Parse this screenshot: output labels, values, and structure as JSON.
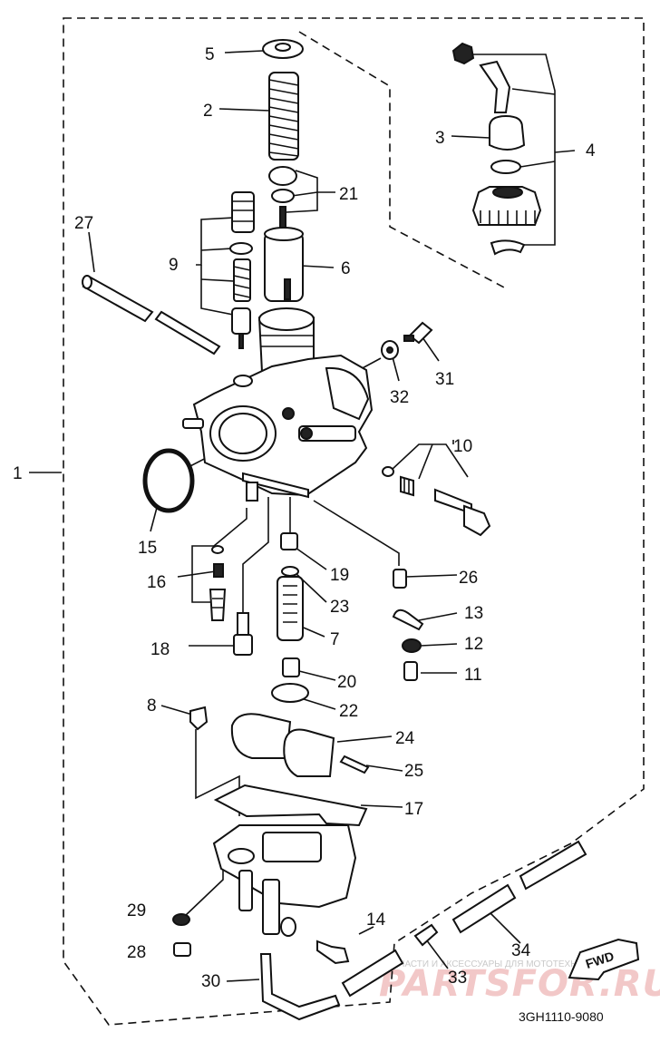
{
  "diagram": {
    "part_labels": {
      "p1": "1",
      "p2": "2",
      "p3": "3",
      "p4": "4",
      "p5": "5",
      "p6": "6",
      "p7": "7",
      "p8": "8",
      "p9": "9",
      "p10": "10",
      "p11": "11",
      "p12": "12",
      "p13": "13",
      "p14": "14",
      "p15": "15",
      "p16": "16",
      "p17": "17",
      "p18": "18",
      "p19": "19",
      "p20": "20",
      "p21": "21",
      "p22": "22",
      "p23": "23",
      "p24": "24",
      "p25": "25",
      "p26": "26",
      "p27": "27",
      "p28": "28",
      "p29": "29",
      "p30": "30",
      "p31": "31",
      "p32": "32",
      "p33": "33",
      "p34": "34"
    },
    "fwd_label": "FWD",
    "drawing_code": "3GH1110-9080",
    "watermark": {
      "brand": "PARTSFOR.RU",
      "tagline": "ЗАПЧАСТИ И АКСЕССУАРЫ ДЛЯ МОТОТЕХНИКИ"
    }
  }
}
